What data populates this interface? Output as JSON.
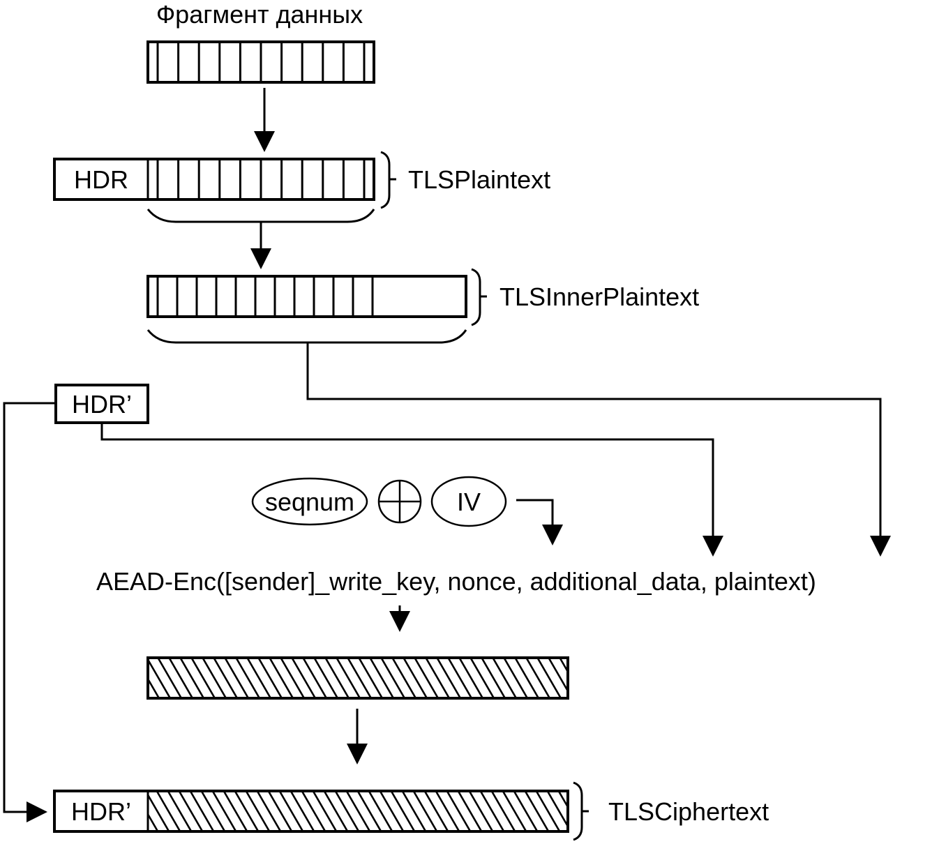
{
  "diagram": {
    "title": "Фрагмент данных",
    "labels": {
      "hdr": "HDR",
      "hdr_prime_top": "HDR’",
      "hdr_prime_bottom": "HDR’",
      "tls_plaintext": "TLSPlaintext",
      "tls_inner_plaintext": "TLSInnerPlaintext",
      "tls_ciphertext": "TLSCiphertext",
      "seqnum": "seqnum",
      "iv": "IV",
      "aead": "AEAD-Enc([sender]_write_key, nonce, additional_data, plaintext)"
    },
    "colors": {
      "stroke": "#000000",
      "background": "#ffffff"
    }
  }
}
